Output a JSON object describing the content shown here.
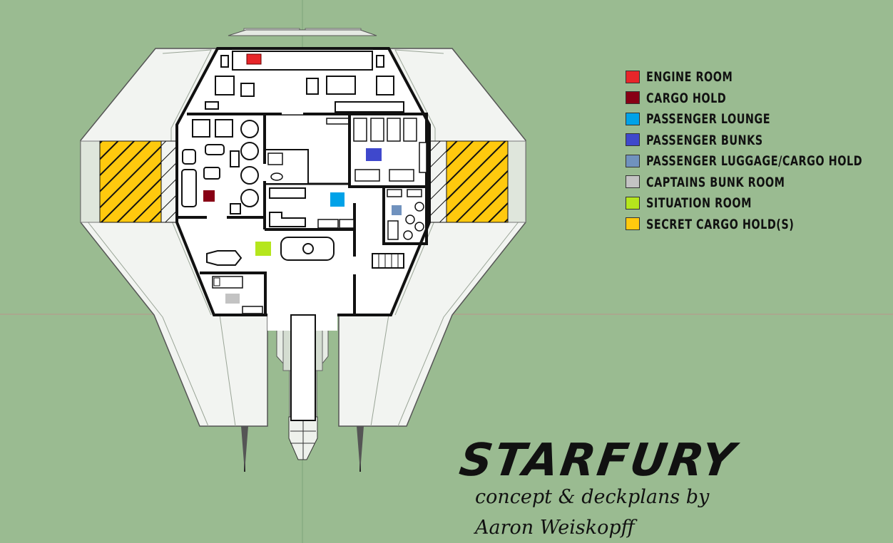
{
  "legend": [
    {
      "label": "Engine Room",
      "color": "#e8262a"
    },
    {
      "label": "Cargo Hold",
      "color": "#880015"
    },
    {
      "label": "Passenger Lounge",
      "color": "#00a2e8"
    },
    {
      "label": "Passenger Bunks",
      "color": "#3f48cc"
    },
    {
      "label": "Passenger Luggage/Cargo Hold",
      "color": "#7092be"
    },
    {
      "label": "Captains Bunk Room",
      "color": "#c3c3c3"
    },
    {
      "label": "Situation Room",
      "color": "#b5e61d"
    },
    {
      "label": "Secret Cargo Hold(s)",
      "color": "#ffc90e"
    }
  ],
  "title": "STARFURY",
  "credit_line1": "concept & deckplans by",
  "credit_line2": "Aaron Weiskopff",
  "colors": {
    "background": "#9abb91",
    "hull": "#f2f4f1",
    "hull_shade": "#dde4da",
    "wall": "#111111"
  }
}
